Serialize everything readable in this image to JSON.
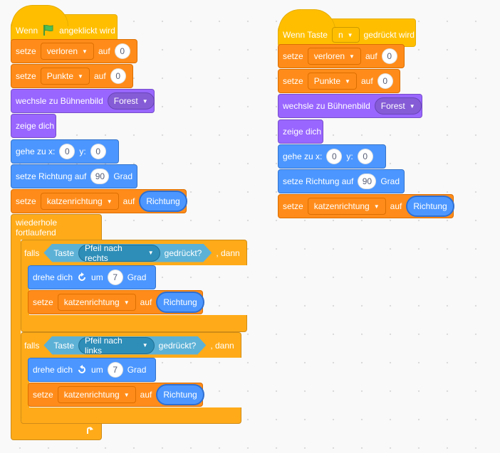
{
  "script_left": {
    "hat": {
      "prefix": "Wenn",
      "suffix": "angeklickt wird",
      "icon": "green-flag-icon"
    },
    "set_lost": {
      "set": "setze",
      "var": "verloren",
      "to": "auf",
      "value": "0"
    },
    "set_points": {
      "set": "setze",
      "var": "Punkte",
      "to": "auf",
      "value": "0"
    },
    "backdrop": {
      "label": "wechsle zu Bühnenbild",
      "value": "Forest"
    },
    "show": {
      "label": "zeige dich"
    },
    "goto": {
      "label_x": "gehe zu x:",
      "x": "0",
      "label_y": "y:",
      "y": "0"
    },
    "direction": {
      "label": "setze Richtung auf",
      "value": "90",
      "unit": "Grad"
    },
    "set_cat": {
      "set": "setze",
      "var": "katzenrichtung",
      "to": "auf",
      "reporter": "Richtung"
    },
    "forever": {
      "label": "wiederhole fortlaufend"
    },
    "if_right": {
      "if": "falls",
      "key": "Taste",
      "key_value": "Pfeil nach rechts",
      "pressed": "gedrückt?",
      "then": ", dann",
      "turn": {
        "label": "drehe dich",
        "by": "um",
        "value": "7",
        "unit": "Grad"
      },
      "set": {
        "set": "setze",
        "var": "katzenrichtung",
        "to": "auf",
        "reporter": "Richtung"
      }
    },
    "if_left": {
      "if": "falls",
      "key": "Taste",
      "key_value": "Pfeil nach links",
      "pressed": "gedrückt?",
      "then": ", dann",
      "turn": {
        "label": "drehe dich",
        "by": "um",
        "value": "7",
        "unit": "Grad"
      },
      "set": {
        "set": "setze",
        "var": "katzenrichtung",
        "to": "auf",
        "reporter": "Richtung"
      }
    }
  },
  "script_right": {
    "hat": {
      "prefix": "Wenn Taste",
      "key": "n",
      "suffix": "gedrückt wird"
    },
    "set_lost": {
      "set": "setze",
      "var": "verloren",
      "to": "auf",
      "value": "0"
    },
    "set_points": {
      "set": "setze",
      "var": "Punkte",
      "to": "auf",
      "value": "0"
    },
    "backdrop": {
      "label": "wechsle zu Bühnenbild",
      "value": "Forest"
    },
    "show": {
      "label": "zeige dich"
    },
    "goto": {
      "label_x": "gehe zu x:",
      "x": "0",
      "label_y": "y:",
      "y": "0"
    },
    "direction": {
      "label": "setze Richtung auf",
      "value": "90",
      "unit": "Grad"
    },
    "set_cat": {
      "set": "setze",
      "var": "katzenrichtung",
      "to": "auf",
      "reporter": "Richtung"
    }
  },
  "colors": {
    "events": "#ffbf00",
    "variables": "#ff8c1a",
    "looks": "#9966ff",
    "motion": "#4c97ff",
    "control": "#ffab19",
    "sensing": "#5cb1d6"
  }
}
